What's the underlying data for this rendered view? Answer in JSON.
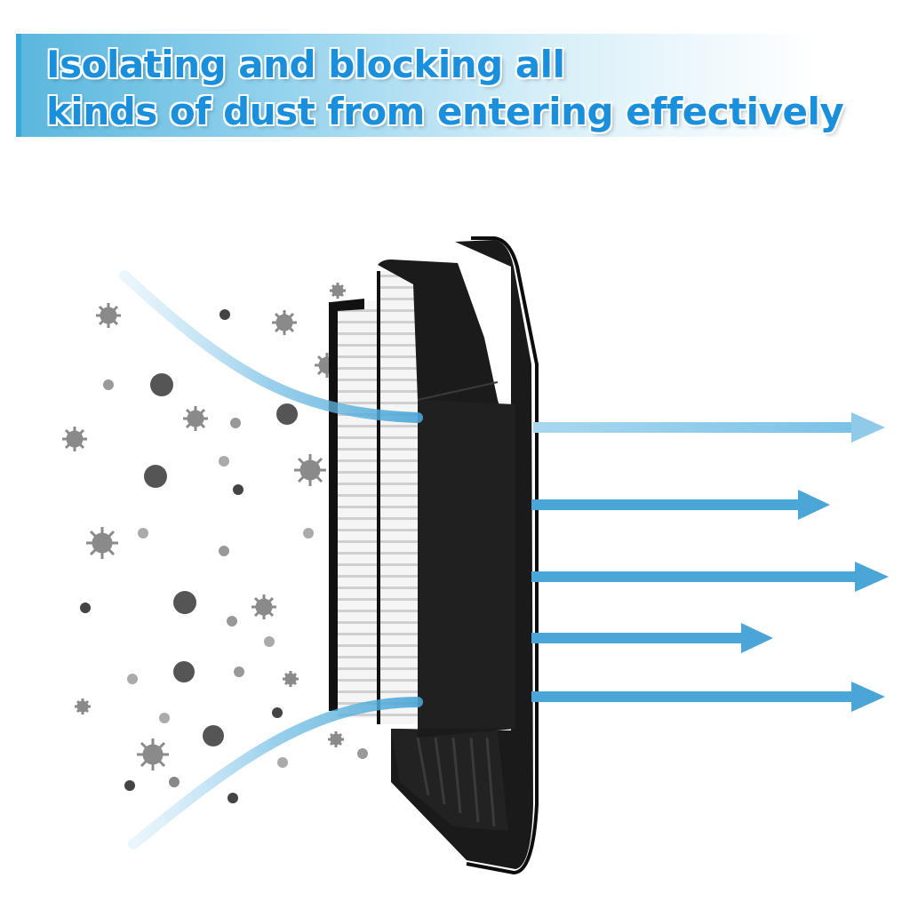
{
  "headline": {
    "line1": "Isolating and blocking all",
    "line2": "kinds of dust from entering effectively"
  },
  "colors": {
    "accent": "#1a8fdc",
    "airflow": "#4aa6d6",
    "dust": "#6f6f6f",
    "filter_frame": "#141414",
    "pleats": "#f4f4f4"
  },
  "icons": [
    "dust-particle-icon",
    "virus-icon",
    "arrow-right-icon",
    "air-filter-image"
  ]
}
